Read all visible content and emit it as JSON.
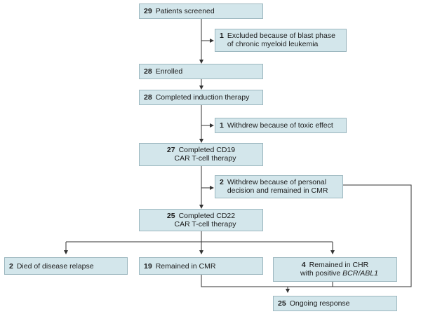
{
  "flow": {
    "screened": {
      "count": "29",
      "text": "Patients screened"
    },
    "excluded": {
      "count": "1",
      "text": "Excluded because of blast phase\nof chronic myeloid leukemia"
    },
    "enrolled": {
      "count": "28",
      "text": "Enrolled"
    },
    "induction": {
      "count": "28",
      "text": "Completed induction therapy"
    },
    "toxic": {
      "count": "1",
      "text": "Withdrew because of toxic effect"
    },
    "cd19": {
      "count": "27",
      "text_line1": "Completed CD19",
      "text_line2": "CAR T-cell therapy"
    },
    "personal": {
      "count": "2",
      "text": "Withdrew because of personal\ndecision and remained in CMR"
    },
    "cd22": {
      "count": "25",
      "text_line1": "Completed CD22",
      "text_line2": "CAR T-cell therapy"
    },
    "died": {
      "count": "2",
      "text": "Died of disease relapse"
    },
    "cmr": {
      "count": "19",
      "text": "Remained in CMR"
    },
    "chr": {
      "count": "4",
      "text_line1": "Remained in CHR",
      "text_line2_prefix": "with positive ",
      "text_line2_gene": "BCR/ABL1"
    },
    "ongoing": {
      "count": "25",
      "text": "Ongoing response"
    }
  },
  "colors": {
    "box_fill": "#d3e6eb",
    "box_border": "#9cb7bf",
    "line": "#333333"
  }
}
